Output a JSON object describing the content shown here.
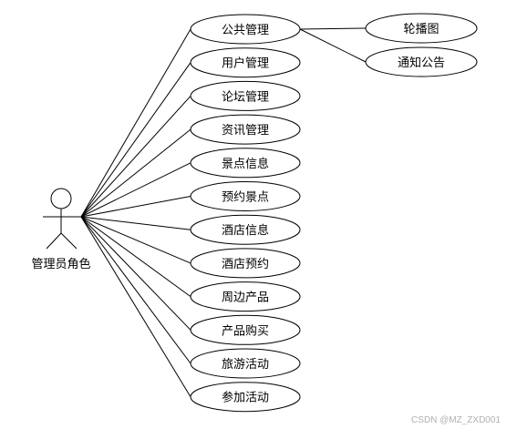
{
  "actor": {
    "label": "管理员角色"
  },
  "use_cases": [
    {
      "id": "uc-public",
      "label": "公共管理"
    },
    {
      "id": "uc-user",
      "label": "用户管理"
    },
    {
      "id": "uc-forum",
      "label": "论坛管理"
    },
    {
      "id": "uc-news",
      "label": "资讯管理"
    },
    {
      "id": "uc-spot-info",
      "label": "景点信息"
    },
    {
      "id": "uc-spot-book",
      "label": "预约景点"
    },
    {
      "id": "uc-hotel-info",
      "label": "酒店信息"
    },
    {
      "id": "uc-hotel-book",
      "label": "酒店预约"
    },
    {
      "id": "uc-product",
      "label": "周边产品"
    },
    {
      "id": "uc-buy",
      "label": "产品购买"
    },
    {
      "id": "uc-travel",
      "label": "旅游活动"
    },
    {
      "id": "uc-join",
      "label": "参加活动"
    }
  ],
  "sub_use_cases": [
    {
      "id": "uc-carousel",
      "label": "轮播图"
    },
    {
      "id": "uc-notice",
      "label": "通知公告"
    }
  ],
  "watermark": "CSDN @MZ_ZXD001"
}
